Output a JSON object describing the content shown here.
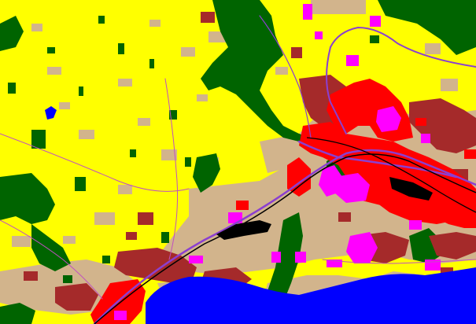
{
  "map": {
    "view": "land-use-raster",
    "colors": {
      "agricultural": "#ffff00",
      "forest": "#006400",
      "dense_urban": "#ff0000",
      "industrial": "#ff00ff",
      "suburban": "#d2b48c",
      "mixed_urban": "#a52a2a",
      "water": "#0000ff",
      "rail": "#000000",
      "road": "#8b3fd0",
      "minor_road": "#c050c0",
      "frame": "#ffffff"
    },
    "classes": [
      "agricultural",
      "forest",
      "dense_urban",
      "industrial",
      "suburban",
      "mixed_urban",
      "water",
      "rail",
      "road"
    ]
  }
}
